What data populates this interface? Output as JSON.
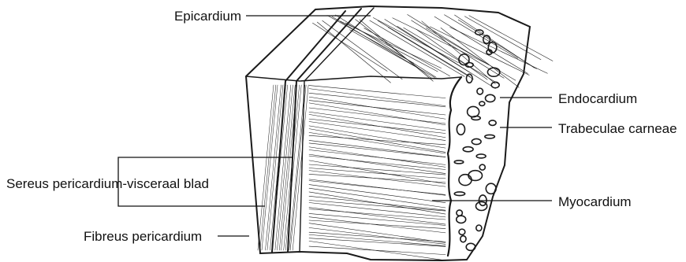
{
  "diagram": {
    "labels": {
      "epicardium": "Epicardium",
      "endocardium": "Endocardium",
      "trabeculae": "Trabeculae carneae",
      "myocardium": "Myocardium",
      "sereus": "Sereus pericardium-visceraal blad",
      "fibreus": "Fibreus pericardium"
    }
  }
}
